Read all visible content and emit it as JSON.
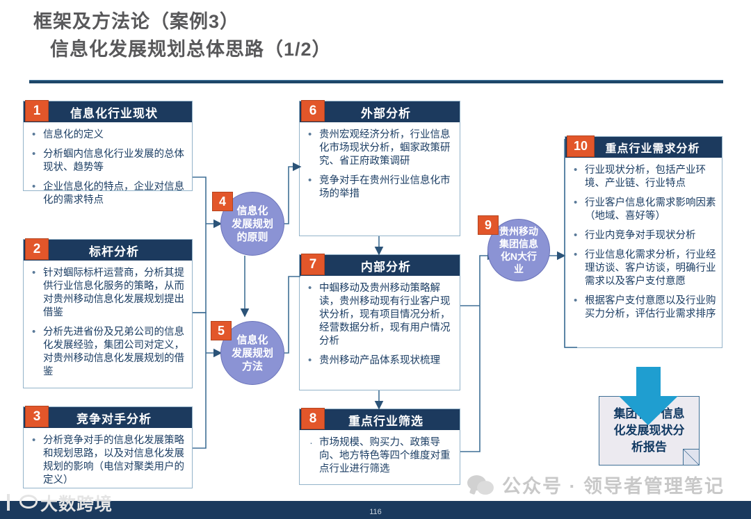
{
  "title": {
    "line1": "框架及方法论（案例3）",
    "line2": "信息化发展规划总体思路（1/2）"
  },
  "boxes": [
    {
      "num": "1",
      "heading": "信息化行业现状",
      "items": [
        "信息化的定义",
        "分析蝈内信息化行业发展的总体现状、趋势等",
        "企业信息化的特点，企业对信息化的需求特点"
      ]
    },
    {
      "num": "2",
      "heading": "标杆分析",
      "items": [
        "针对蝈际标杆运营商，分析其提供行业信息化服务的策略，从而对贵州移动信息化发展规划提出借鉴",
        "分析先进省份及兄弟公司的信息化发展经验，集团公司对定义，对贵州移动信息化发展规划的借鉴"
      ]
    },
    {
      "num": "3",
      "heading": "竞争对手分析",
      "items": [
        "分析竞争对手的信息化发展策略和规划思路，以及对信息化发展规划的影响（电信对聚类用户的定义）"
      ]
    },
    {
      "num": "6",
      "heading": "外部分析",
      "items": [
        "贵州宏观经济分析，行业信息化市场现状分析，蝈家政策研究、省正府政策调研",
        "竞争对手在贵州行业信息化市场的举措"
      ]
    },
    {
      "num": "7",
      "heading": "内部分析",
      "items": [
        "中蝈移动及贵州移动策略解读，贵州移动现有行业客户现状分析，现有项目情况分析，经营数据分析，现有用户情况分析",
        "贵州移动产品体系现状梳理"
      ]
    },
    {
      "num": "8",
      "heading": "重点行业筛选",
      "items": [
        "市场规模、购买力、政策导向、地方特色等四个维度对重点行业进行筛选"
      ]
    },
    {
      "num": "10",
      "heading": "重点行业需求分析",
      "items": [
        "行业现状分析，包括产业环境、产业链、行业特点",
        "行业客户信息化需求影响因素（地域、喜好等）",
        "行业内竞争对手现状分析",
        "行业信息化需求分析，行业经理访谈、客户访谈，明确行业需求以及客户支付意愿",
        "根据客户支付意愿以及行业购买力分析，评估行业需求排序"
      ]
    }
  ],
  "ellipses": [
    {
      "num": "4",
      "label": "信息化\n发展规划\n的原则"
    },
    {
      "num": "5",
      "label": "信息化\n发展规划\n方法"
    },
    {
      "num": "9",
      "label": "贵州移动\n集团信息\n化N大行\n业"
    }
  ],
  "result_box": {
    "label": "集团客户信息化发展现状分析报告"
  },
  "footer": {
    "page_number": "116"
  },
  "watermarks": {
    "wechat": "公众号 · 领导者管理笔记",
    "logo": "大数跨境"
  },
  "colors": {
    "header_navy": "#1c3a5e",
    "badge_orange": "#e2562a",
    "ellipse_purple": "#8b93d4",
    "arrow_blue": "#1f9ed0",
    "text_blue": "#1b3d63",
    "title_gray": "#58585a"
  }
}
